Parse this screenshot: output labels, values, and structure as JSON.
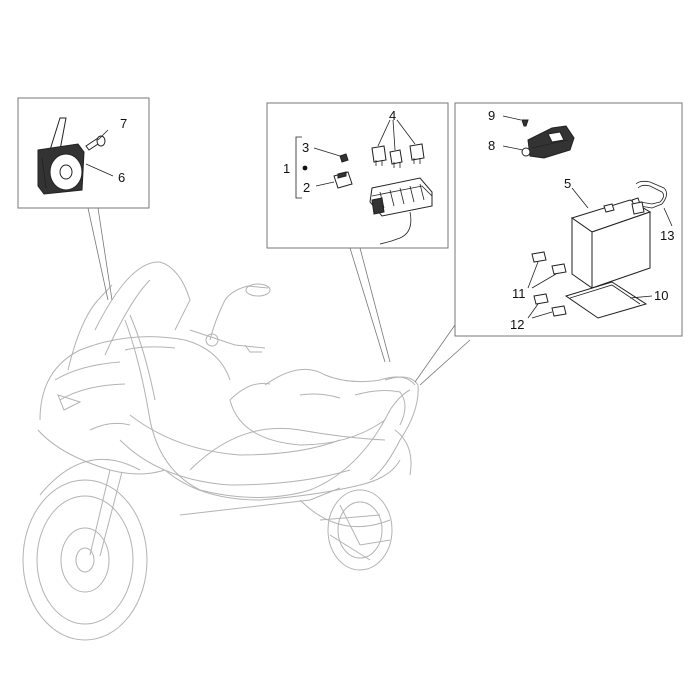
{
  "diagram": {
    "callouts": {
      "horn_box": {
        "part_6": "6",
        "part_7": "7"
      },
      "relay_box": {
        "part_1": "1",
        "part_2": "2",
        "part_3": "3",
        "part_4": "4"
      },
      "battery_box": {
        "part_5": "5",
        "part_8": "8",
        "part_9": "9",
        "part_10": "10",
        "part_11": "11",
        "part_12": "12",
        "part_13": "13"
      }
    }
  }
}
